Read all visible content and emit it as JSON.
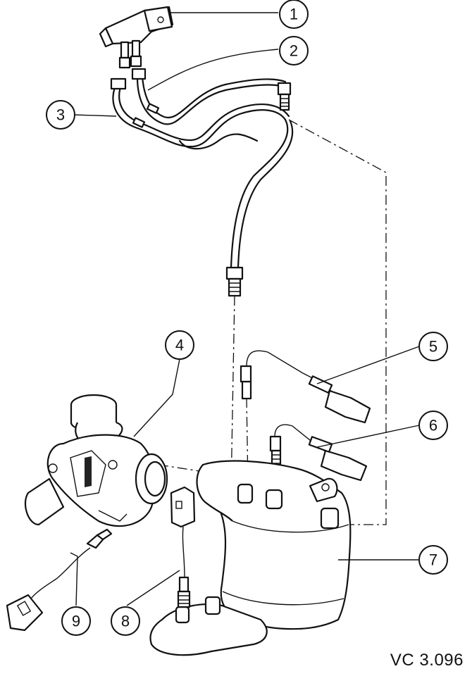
{
  "callouts": [
    {
      "id": "1",
      "label": "1"
    },
    {
      "id": "2",
      "label": "2"
    },
    {
      "id": "3",
      "label": "3"
    },
    {
      "id": "4",
      "label": "4"
    },
    {
      "id": "5",
      "label": "5"
    },
    {
      "id": "6",
      "label": "6"
    },
    {
      "id": "7",
      "label": "7"
    },
    {
      "id": "8",
      "label": "8"
    },
    {
      "id": "9",
      "label": "9"
    }
  ],
  "figure_code": "VC 3.096"
}
